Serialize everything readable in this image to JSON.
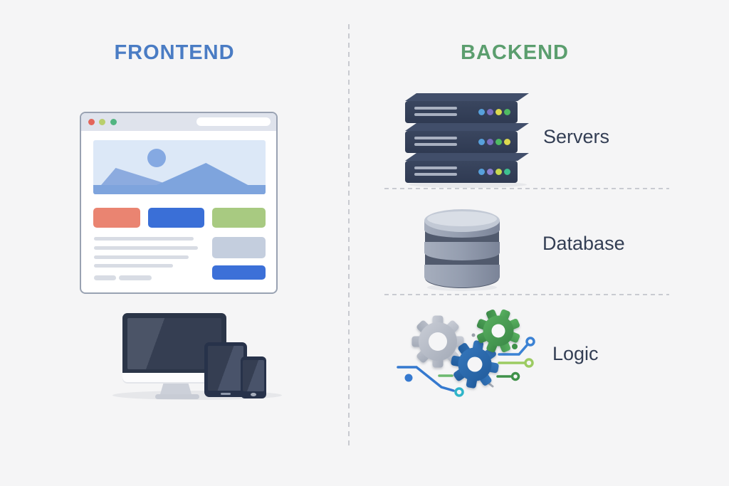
{
  "background": "#f5f5f6",
  "frontend": {
    "title": "FRONTEND",
    "title_color": "#4a7cc4",
    "icons": [
      "browser-window-icon",
      "responsive-devices-icon"
    ],
    "browser": {
      "traffic_lights": [
        "#e3655a",
        "#b9cf6d",
        "#52b581"
      ],
      "buttons": [
        "#ea8471",
        "#3a6fd7",
        "#a8ca81"
      ],
      "accent_bar": "#3c70d8"
    }
  },
  "backend": {
    "title": "BACKEND",
    "title_color": "#5b9e6e",
    "rows": [
      {
        "icon": "server-stack-icon",
        "label": "Servers"
      },
      {
        "icon": "database-icon",
        "label": "Database"
      },
      {
        "icon": "gears-circuit-icon",
        "label": "Logic"
      }
    ],
    "server_leds": [
      [
        "#57a0dc",
        "#7a6ec0",
        "#dcd94f",
        "#4fba63"
      ],
      [
        "#57a0dc",
        "#7a6ec0",
        "#4fba63",
        "#dcd94f"
      ],
      [
        "#57a0dc",
        "#8b80d1",
        "#c8d94f",
        "#3ec08f"
      ]
    ],
    "gear_colors": [
      "#b8bec9",
      "#4aa355",
      "#2b69ae"
    ]
  }
}
